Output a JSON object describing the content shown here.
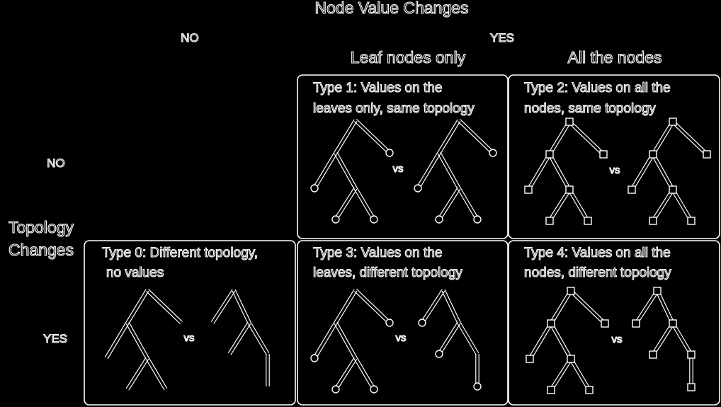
{
  "header": {
    "node_value_title": "Node Value Changes",
    "topology_title_line1": "Topology",
    "topology_title_line2": "Changes",
    "col_no": "NO",
    "col_yes": "YES",
    "col_leaf": "Leaf nodes only",
    "col_all": "All the nodes",
    "row_no": "NO",
    "row_yes": "YES"
  },
  "panels": {
    "type1": {
      "line1": "Type 1: Values on the",
      "line2": "leaves only, same topology",
      "vs": "vs"
    },
    "type2": {
      "line1": "Type 2: Values on all the",
      "line2": "nodes, same topology",
      "vs": "vs"
    },
    "type0": {
      "line1": "Type 0: Different topology,",
      "line2": "no values",
      "vs": "vs"
    },
    "type3": {
      "line1": "Type 3: Values on the",
      "line2": "leaves, different topology",
      "vs": "vs"
    },
    "type4": {
      "line1": "Type 4: Values on all the",
      "line2": "nodes, different topology",
      "vs": "vs"
    }
  },
  "colors": {
    "background": "#000000",
    "line": "#ffffff"
  }
}
